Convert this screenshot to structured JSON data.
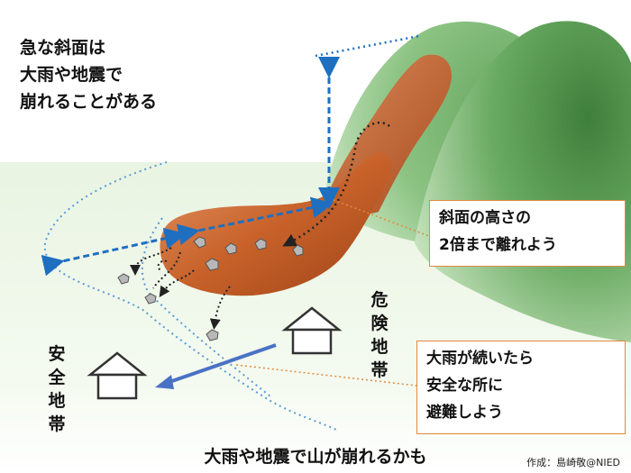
{
  "warning": {
    "lines": [
      "急な斜面は",
      "大雨や地震で",
      "崩れることがある"
    ]
  },
  "callouts": {
    "height": {
      "lines": [
        "斜面の高さの",
        "2倍まで離れよう"
      ]
    },
    "evacuate": {
      "lines": [
        "大雨が続いたら",
        "安全な所に",
        "避難しよう"
      ]
    }
  },
  "zones": {
    "danger": "危険地帯",
    "safe": "安全地帯"
  },
  "caption": "大雨や地震で山が崩れるかも",
  "credit": "作成：島崎敬@NIED",
  "colors": {
    "hill": "#6aab62",
    "hill_dark": "#3f7f3c",
    "ground": "#e3f2dc",
    "debris": "#c8622a",
    "arrow_dash": "#1f6fc0",
    "evac_arrow": "#4a72c4",
    "danger_boundary": "#5b9bd5",
    "callout_border": "#e08a3c"
  },
  "icons": [
    "house-icon",
    "rock-icon",
    "arrow-icon"
  ]
}
